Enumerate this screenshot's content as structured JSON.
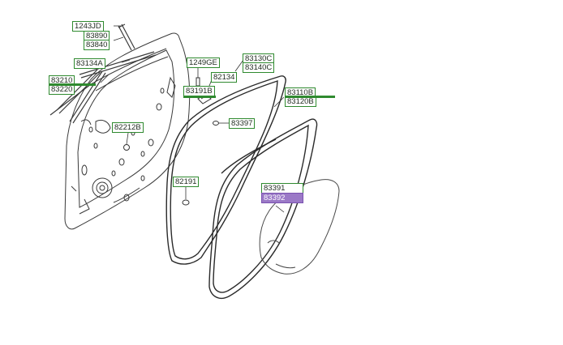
{
  "labels": {
    "l1243jd": "1243JD",
    "l83890": "83890",
    "l83840": "83840",
    "l83134a": "83134A",
    "l83210": "83210",
    "l83220": "83220",
    "l1249ge": "1249GE",
    "l83130c": "83130C",
    "l83140c": "83140C",
    "l82134": "82134",
    "l83191b": "83191B",
    "l83110b": "83110B",
    "l83120b": "83120B",
    "l82212b": "82212B",
    "l83397": "83397",
    "l82191": "82191",
    "l83391": "83391",
    "l83392": "83392"
  },
  "colors": {
    "label_border": "#2f8a2f",
    "highlight": "#9b79c7",
    "line": "#333333"
  }
}
